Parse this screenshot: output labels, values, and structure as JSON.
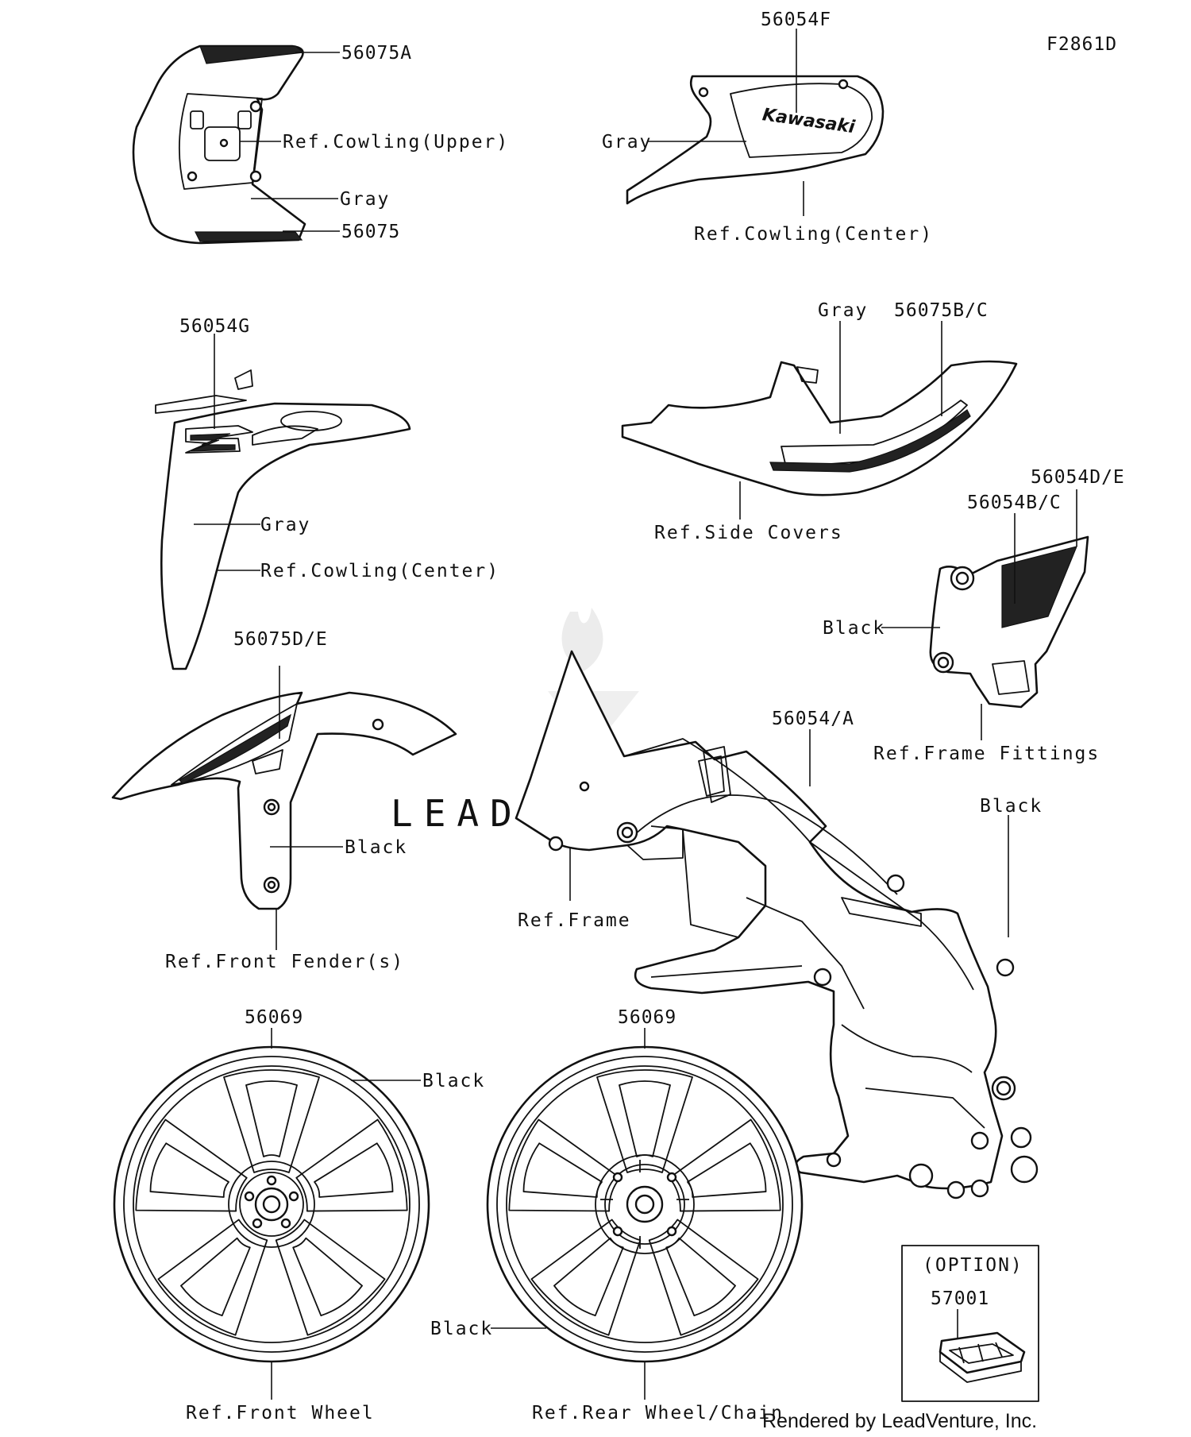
{
  "diagram_code": "F2861D",
  "credit": "Rendered by LeadVenture, Inc.",
  "watermark": "LEADVENTURE",
  "brand_mark": "Kawasaki",
  "cowling_upper": {
    "part_a": "56075A",
    "ref": "Ref.Cowling(Upper)",
    "color": "Gray",
    "part": "56075"
  },
  "cowling_center_top": {
    "part": "56054F",
    "color": "Gray",
    "ref": "Ref.Cowling(Center)"
  },
  "cowling_center_side": {
    "part": "56054G",
    "color": "Gray",
    "ref": "Ref.Cowling(Center)"
  },
  "side_covers": {
    "color": "Gray",
    "part": "56075B/C",
    "ref": "Ref.Side Covers"
  },
  "frame_fittings": {
    "part_de": "56054D/E",
    "part_bc": "56054B/C",
    "color": "Black",
    "ref": "Ref.Frame Fittings"
  },
  "front_fender": {
    "part": "56075D/E",
    "color": "Black",
    "ref": "Ref.Front Fender(s)"
  },
  "frame": {
    "part": "56054/A",
    "color": "Black",
    "ref": "Ref.Frame"
  },
  "front_wheel": {
    "part": "56069",
    "color": "Black",
    "ref": "Ref.Front Wheel"
  },
  "rear_wheel": {
    "part": "56069",
    "color": "Black",
    "ref": "Ref.Rear Wheel/Chain"
  },
  "option": {
    "heading": "(OPTION)",
    "part": "57001"
  }
}
